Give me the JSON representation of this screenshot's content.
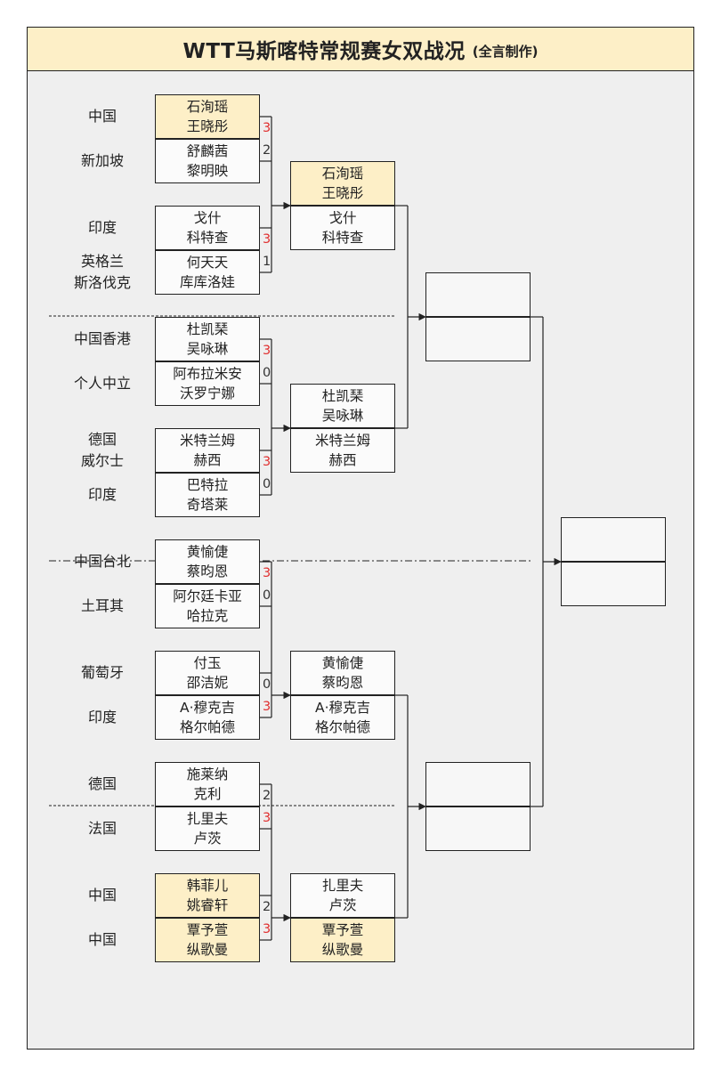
{
  "title": "WTT马斯喀特常规赛女双战况",
  "title_note": "(全言制作)",
  "round1": [
    {
      "nation": [
        "中国"
      ],
      "p1": "石洵瑶",
      "p2": "王晓彤",
      "score": "3",
      "winner": true
    },
    {
      "nation": [
        "新加坡"
      ],
      "p1": "舒麟茜",
      "p2": "黎明映",
      "score": "2",
      "winner": false
    },
    {
      "nation": [
        "印度"
      ],
      "p1": "戈什",
      "p2": "科特查",
      "score": "3",
      "winner": false
    },
    {
      "nation": [
        "英格兰",
        "斯洛伐克"
      ],
      "p1": "何天天",
      "p2": "库库洛娃",
      "score": "1",
      "winner": false
    },
    {
      "nation": [
        "中国香港"
      ],
      "p1": "杜凯琹",
      "p2": "吴咏琳",
      "score": "3",
      "winner": false
    },
    {
      "nation": [
        "个人中立"
      ],
      "p1": "阿布拉米安",
      "p2": "沃罗宁娜",
      "score": "0",
      "winner": false
    },
    {
      "nation": [
        "德国",
        "威尔士"
      ],
      "p1": "米特兰姆",
      "p2": "赫西",
      "score": "3",
      "winner": false
    },
    {
      "nation": [
        "印度"
      ],
      "p1": "巴特拉",
      "p2": "奇塔莱",
      "score": "0",
      "winner": false
    },
    {
      "nation": [
        "中国台北"
      ],
      "p1": "黄愉倢",
      "p2": "蔡昀恩",
      "score": "3",
      "winner": false
    },
    {
      "nation": [
        "土耳其"
      ],
      "p1": "阿尔廷卡亚",
      "p2": "哈拉克",
      "score": "0",
      "winner": false
    },
    {
      "nation": [
        "葡萄牙"
      ],
      "p1": "付玉",
      "p2": "邵洁妮",
      "score": "0",
      "winner": false
    },
    {
      "nation": [
        "印度"
      ],
      "p1": "A·穆克吉",
      "p2": "格尔帕德",
      "score": "3",
      "winner": false
    },
    {
      "nation": [
        "德国"
      ],
      "p1": "施莱纳",
      "p2": "克利",
      "score": "2",
      "winner": false
    },
    {
      "nation": [
        "法国"
      ],
      "p1": "扎里夫",
      "p2": "卢茨",
      "score": "3",
      "winner": false
    },
    {
      "nation": [
        "中国"
      ],
      "p1": "韩菲儿",
      "p2": "姚睿轩",
      "score": "2",
      "winner": true
    },
    {
      "nation": [
        "中国"
      ],
      "p1": "覃予萱",
      "p2": "纵歌曼",
      "score": "3",
      "winner": true
    }
  ],
  "round2": [
    {
      "p1": "石洵瑶",
      "p2": "王晓彤",
      "winner": true
    },
    {
      "p1": "戈什",
      "p2": "科特查",
      "winner": false
    },
    {
      "p1": "杜凯琹",
      "p2": "吴咏琳",
      "winner": false
    },
    {
      "p1": "米特兰姆",
      "p2": "赫西",
      "winner": false
    },
    {
      "p1": "黄愉倢",
      "p2": "蔡昀恩",
      "winner": false
    },
    {
      "p1": "A·穆克吉",
      "p2": "格尔帕德",
      "winner": false
    },
    {
      "p1": "扎里夫",
      "p2": "卢茨",
      "winner": false
    },
    {
      "p1": "覃予萱",
      "p2": "纵歌曼",
      "winner": true
    }
  ],
  "colors": {
    "highlight": "#fdefc7",
    "winning_score": "#e03030",
    "line": "#222222"
  }
}
